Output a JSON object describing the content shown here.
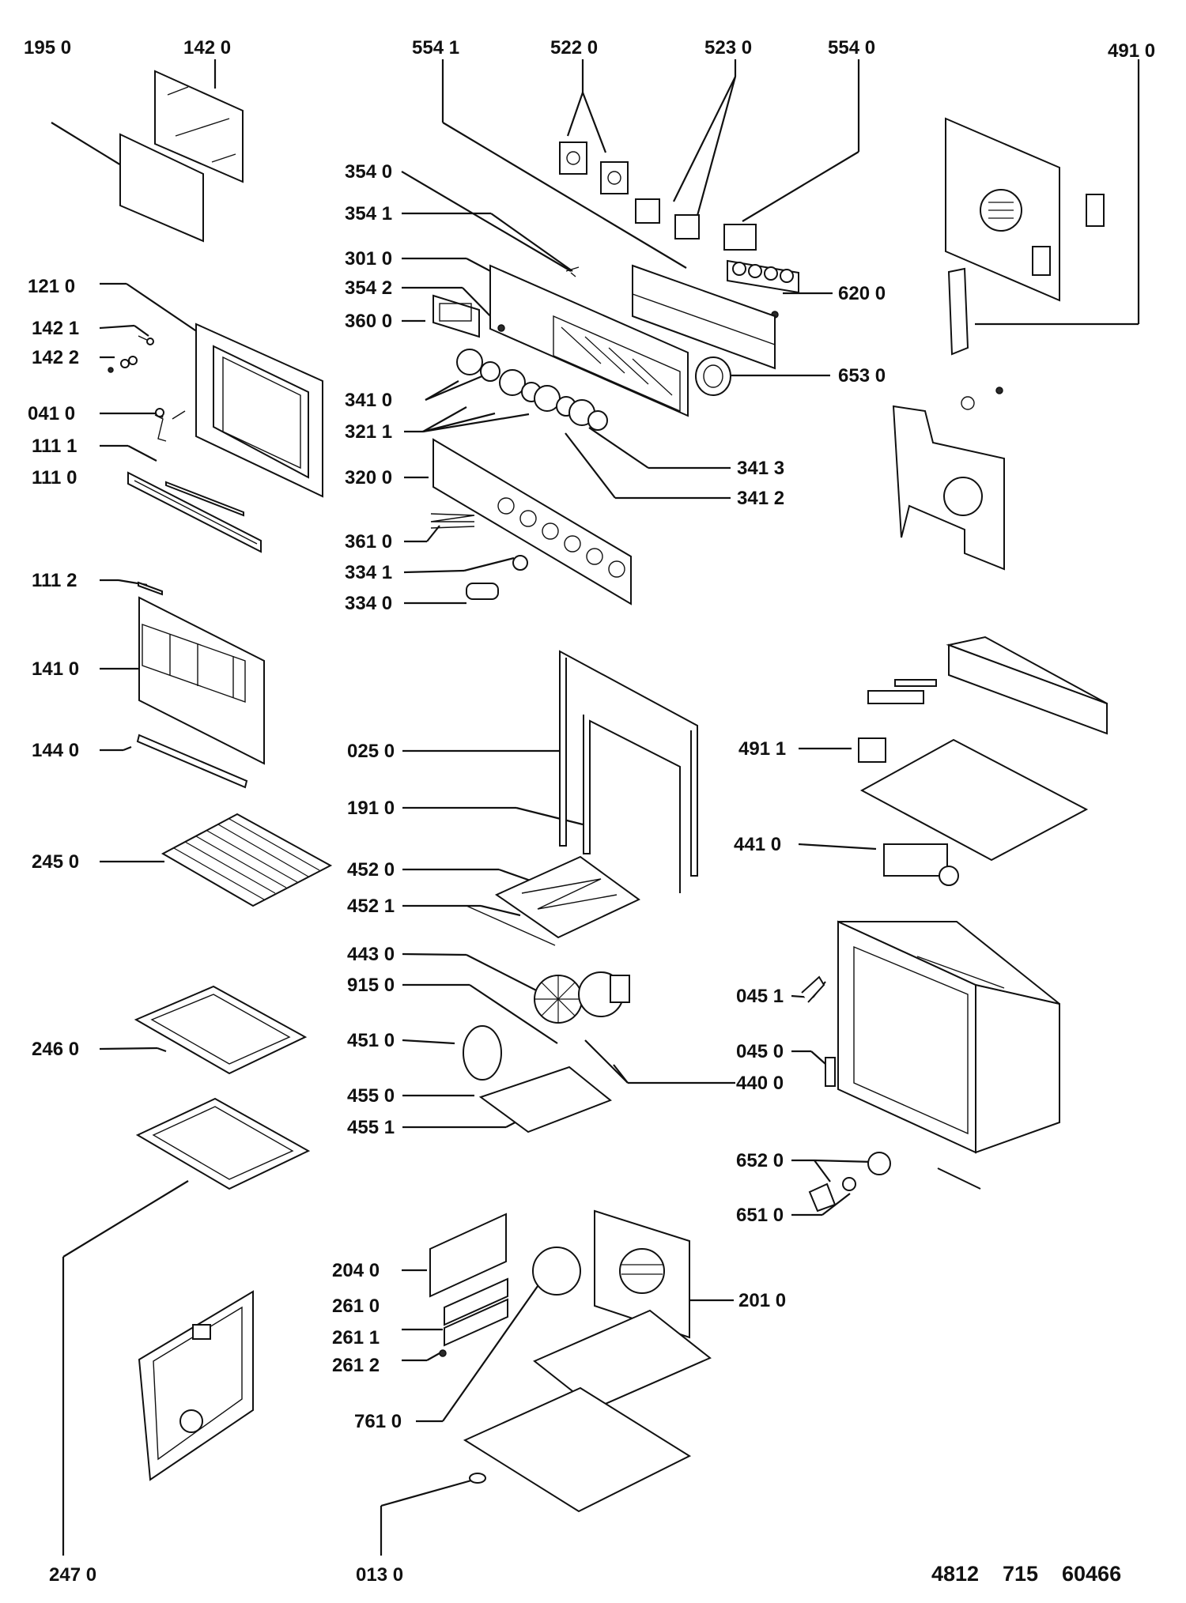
{
  "labels": {
    "l1950": "195 0",
    "l1420": "142 0",
    "l5541": "554 1",
    "l5220": "522 0",
    "l5230": "523 0",
    "l5540": "554 0",
    "l4910": "491 0",
    "l3540": "354 0",
    "l3541": "354 1",
    "l3010": "301 0",
    "l1210": "121 0",
    "l3542": "354 2",
    "l6200": "620 0",
    "l3600": "360 0",
    "l1421": "142 1",
    "l1422": "142 2",
    "l6530": "653 0",
    "l3410": "341 0",
    "l0410": "041 0",
    "l3211": "321 1",
    "l1111": "111 1",
    "l3413": "341 3",
    "l1110": "111 0",
    "l3200": "320 0",
    "l3412": "341 2",
    "l3610": "361 0",
    "l3341": "334 1",
    "l1112": "111 2",
    "l3340": "334 0",
    "l1410": "141 0",
    "l0250": "025 0",
    "l4911": "491 1",
    "l1440": "144 0",
    "l1910": "191 0",
    "l4410": "441 0",
    "l2450": "245 0",
    "l4520": "452 0",
    "l4521": "452 1",
    "l4430": "443 0",
    "l9150": "915 0",
    "l0451": "045 1",
    "l2460": "246 0",
    "l4510": "451 0",
    "l0450": "045 0",
    "l4400": "440 0",
    "l4550": "455 0",
    "l4551": "455 1",
    "l6520": "652 0",
    "l6510": "651 0",
    "l2040": "204  0",
    "l2010": "201 0",
    "l2610": "261   0",
    "l2611": "261  1",
    "l2612": "261  2",
    "l7610": "761 0",
    "l2470": "247 0",
    "l0130": "013 0"
  },
  "document_code": {
    "part1": "4812",
    "part2": "715",
    "part3": "60466"
  }
}
